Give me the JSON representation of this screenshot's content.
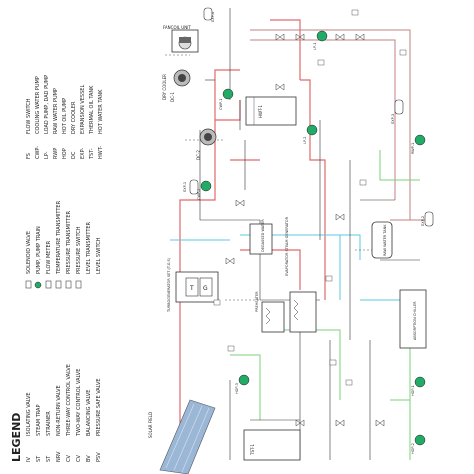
{
  "legend": {
    "title": "LEGEND",
    "col1": [
      {
        "sym": "⋈",
        "code": "IV",
        "label": "ISOLATING VALVE"
      },
      {
        "sym": "⊠",
        "code": "ST",
        "label": "STEAM TRAP"
      },
      {
        "sym": "⊠",
        "code": "ST",
        "label": "STRAINER"
      },
      {
        "sym": "▷",
        "code": "NRV",
        "label": "NON-RETURN VALVE"
      },
      {
        "sym": "⊕",
        "code": "CV",
        "label": "THREE-WAY CONTROL VALVE"
      },
      {
        "sym": "⊖",
        "code": "CV",
        "label": "TWO-WAY CONTROL VALVE"
      },
      {
        "sym": "⋈",
        "code": "BV",
        "label": "BALANCING VALVE"
      },
      {
        "sym": "⊼",
        "code": "PSV",
        "label": "PRESSURE SAFE VALVE"
      }
    ],
    "col2": [
      {
        "sym": "⊗",
        "label": "SOLENOID VALVE"
      },
      {
        "sym": "◉",
        "label": "PUMP, PUMP TRAIN"
      },
      {
        "sym": "▭",
        "label": "FLOW METER"
      },
      {
        "sym": "T",
        "label": "TEMPERATURE TRANSMITTER"
      },
      {
        "sym": "P",
        "label": "PRESSURE TRANSMITTER"
      },
      {
        "sym": "PS",
        "label": "PRESSURE SWITCH"
      },
      {
        "sym": "L",
        "label": "LEVEL TRANSMITTER"
      },
      {
        "sym": "LS",
        "label": "LEVEL SWITCH"
      }
    ],
    "col3": [
      {
        "code": "FS",
        "label": "FLOW SWITCH"
      },
      {
        "code": "CWP-",
        "label": "COOLING WATER PUMP"
      },
      {
        "code": "LP-",
        "label": "LOAD PUMP, DAD PUMP"
      },
      {
        "code": "RWP",
        "label": "RAW WATER PUMP"
      },
      {
        "code": "HOP",
        "label": "HOT OIL PUMP"
      },
      {
        "code": "DC",
        "label": "DRY COOLER"
      },
      {
        "code": "EXP-",
        "label": "EXPANSION VESSEL"
      },
      {
        "code": "TST-",
        "label": "THERMAL OIL TANK"
      },
      {
        "code": "HWT-",
        "label": "HOT WATER TANK"
      }
    ]
  },
  "equipment": {
    "fancoil": "FANCOIL UNIT",
    "dry_cooler": "DRY COOLER",
    "dc1": "DC-1",
    "dc2": "DC-2",
    "hwt": "HWT-1",
    "deaerated": "DEGASSED WATER",
    "turbo": "TURBOGENERATOR SET (T.G.S)",
    "preheater": "PREHEATER",
    "evaporator": "EVAPORATOR STEAM GENERATOR",
    "raw_water": "RAW WATER TANK",
    "absorption": "ABSORPTION CHILLER",
    "tst": "TST-1",
    "solar": "SOLAR FIELD",
    "exp1": "EXP-1",
    "exp2": "EXP-2",
    "exp3": "EXP-3",
    "exp4": "EXP-4"
  },
  "pumps": [
    "CWP-1",
    "CWP-2",
    "LP-1",
    "LP-2",
    "RWP-1",
    "HOP-1",
    "HOP-2",
    "HOP-3"
  ],
  "colors": {
    "hot_oil": "#e06a6a",
    "cooling": "#7ad27a",
    "chilled": "#5ec8e0",
    "hot_water": "#c08080",
    "pipe": "#333333"
  }
}
